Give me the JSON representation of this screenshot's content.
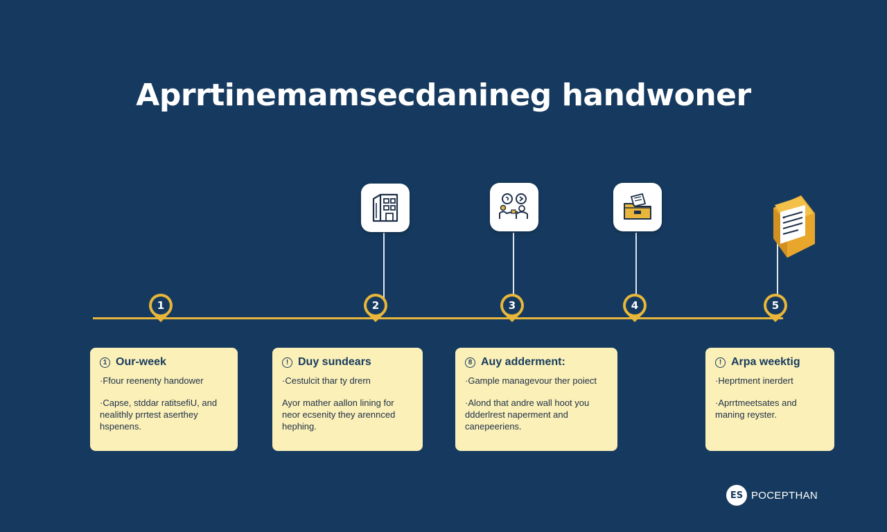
{
  "title": "Aprrtinemamsecdanineg handwoner",
  "colors": {
    "background": "#163a5f",
    "accent": "#e8b63a",
    "card": "#fbf0b7",
    "text_dark": "#163a5f"
  },
  "steps": [
    {
      "number": "1",
      "icon": null,
      "card": {
        "marker": "1",
        "title": "Our-week",
        "line1": "·Ffour reenenty handower",
        "para": "·Capse, stddar ratitsefiU, and nealithly prrtest aserthey hspenens."
      }
    },
    {
      "number": "2",
      "icon": "building-icon",
      "card": {
        "marker": "!",
        "title": "Duy sundears",
        "line1": "·Cestulcit thar ty drern",
        "para": "Ayor mather aallon lining for neor ecsenity they arennced hephing."
      }
    },
    {
      "number": "3",
      "icon": "people-handover-icon",
      "card": {
        "marker": "8",
        "title": "Auy adderment:",
        "line1": "·Gample managevour ther poiect",
        "para": "·Alond that andre wall hoot you ddderlrest naperment and canepeeriens."
      }
    },
    {
      "number": "4",
      "icon": "folder-box-icon",
      "card": null
    },
    {
      "number": "5",
      "icon": "document-list-icon",
      "card": {
        "marker": "!",
        "title": "Arpa weektig",
        "line1": "·Heprtment inerdert",
        "para": "·Aprrtmeetsates and maning reyster."
      }
    }
  ],
  "brand": {
    "logo_text": "ES",
    "name": "POCEPTHAN"
  }
}
